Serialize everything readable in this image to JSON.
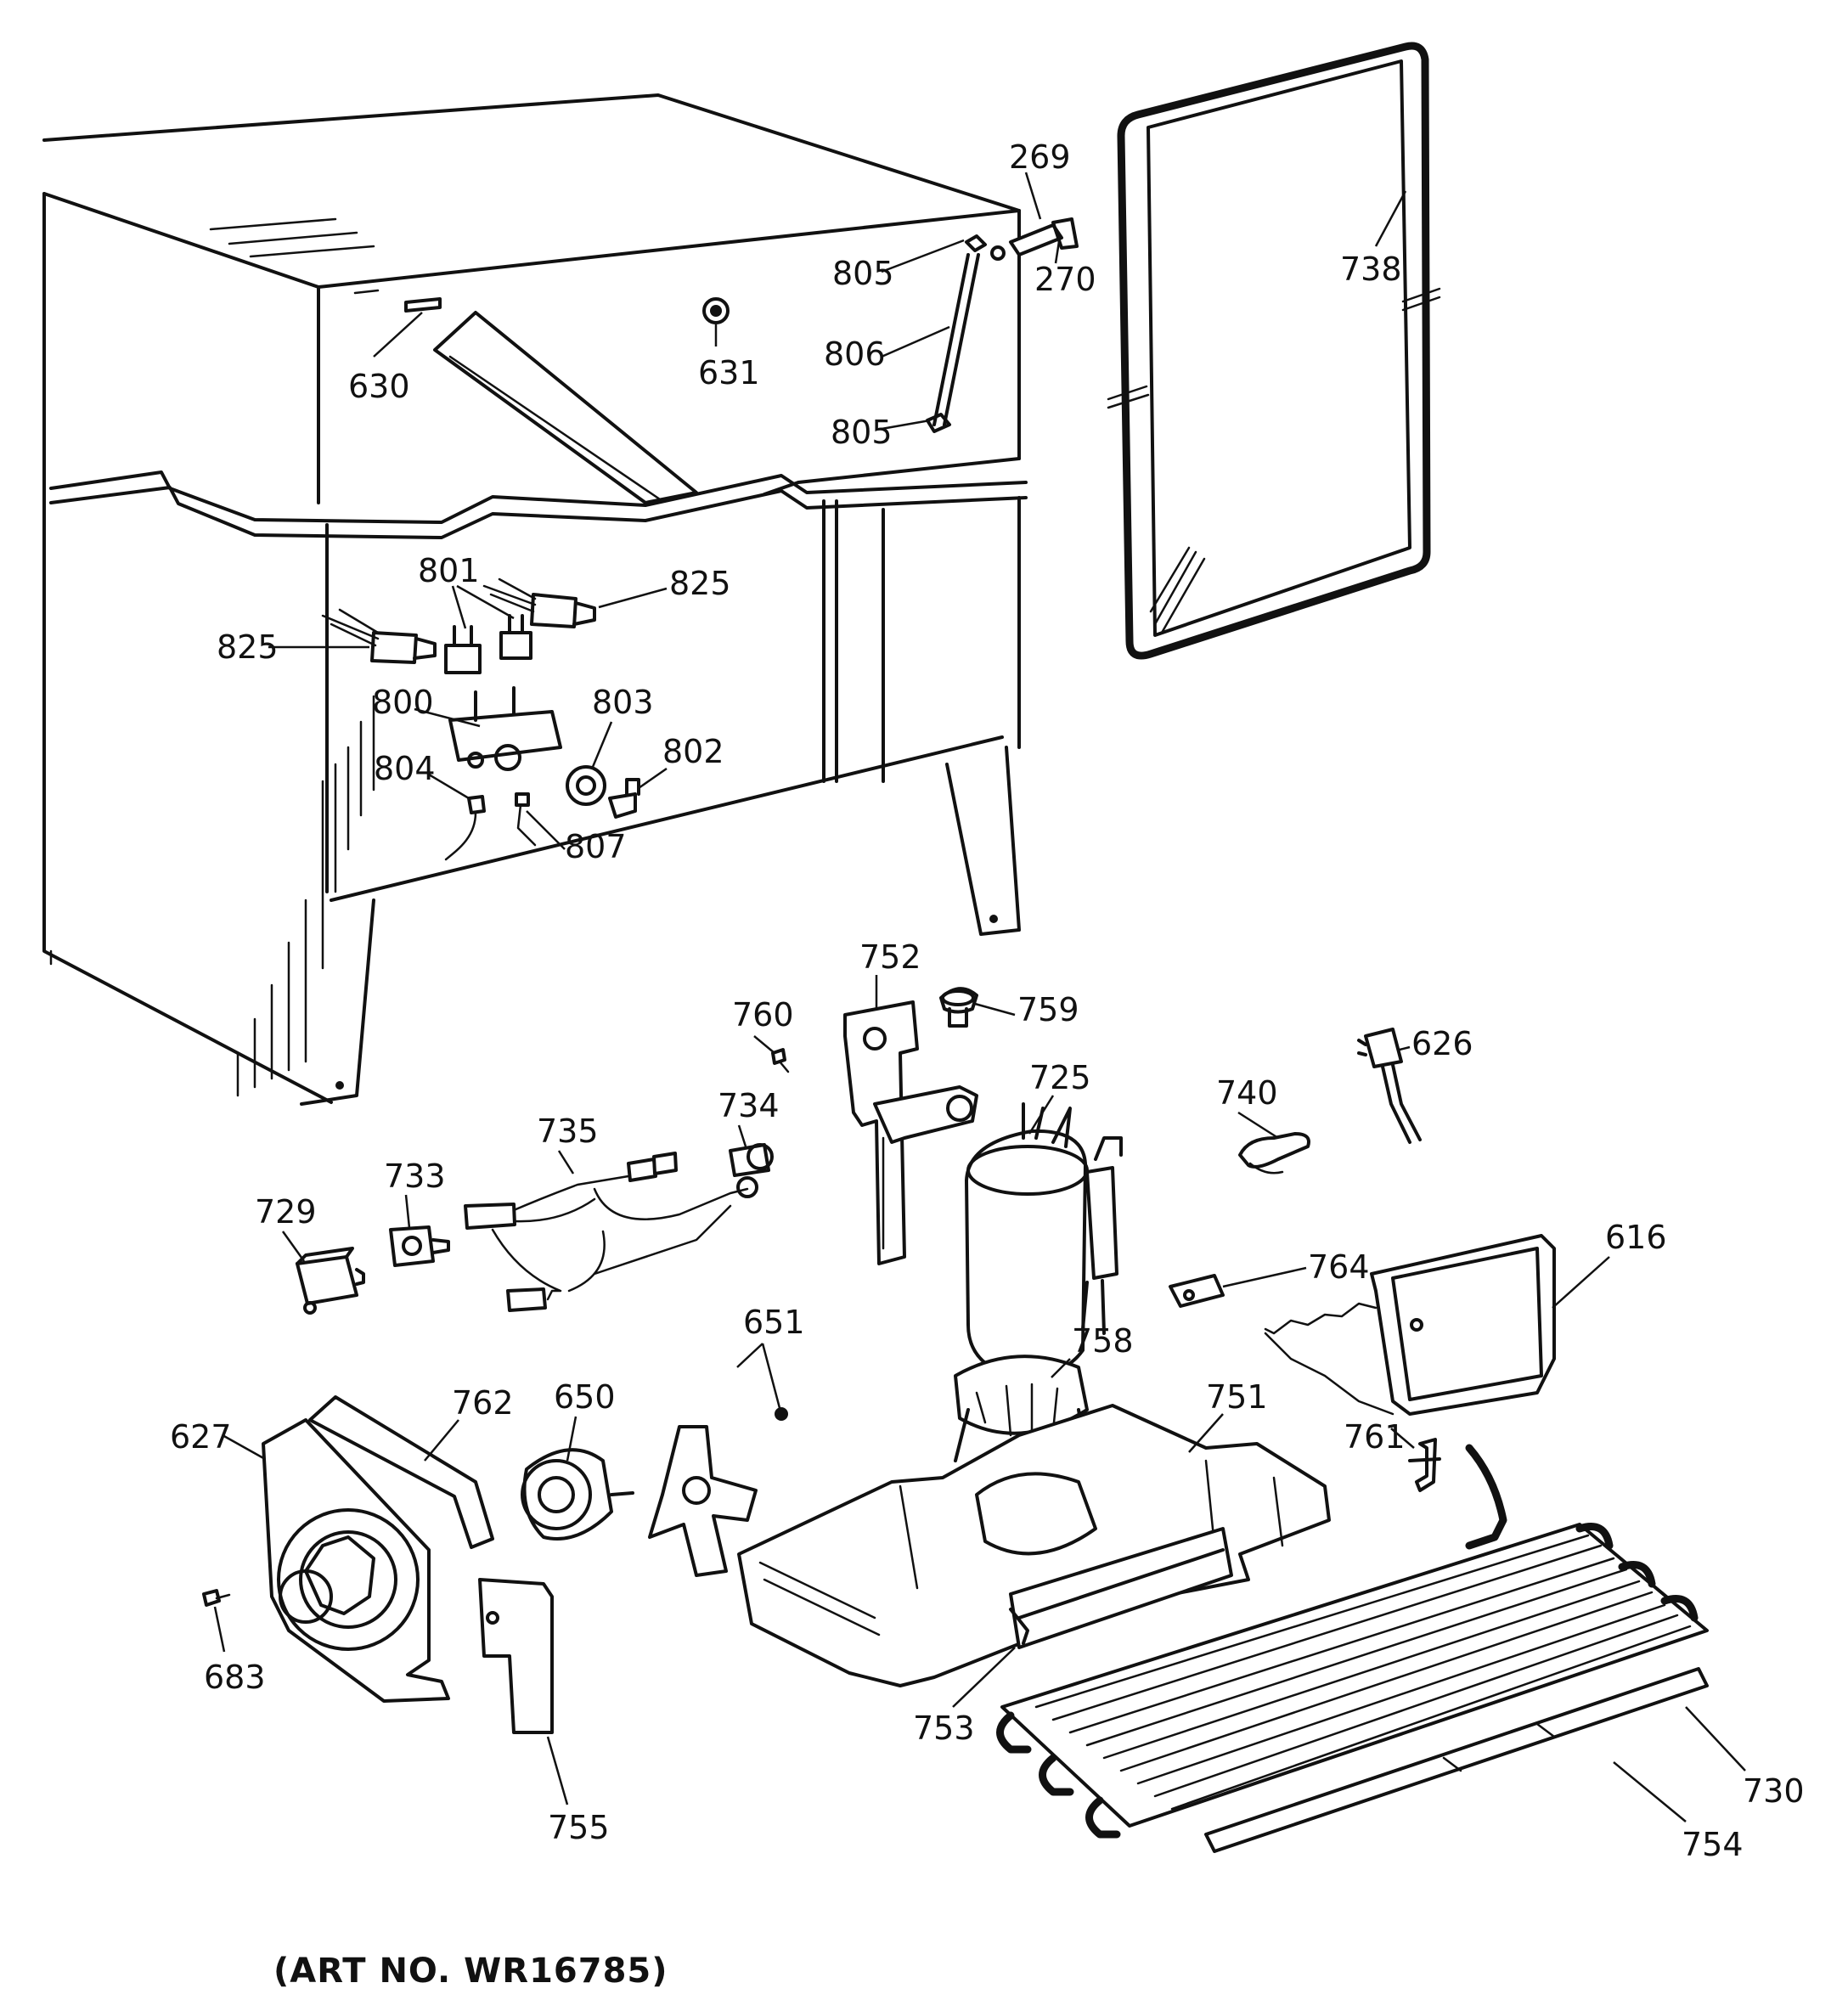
{
  "art_number": "(ART NO. WR16785)",
  "callouts": {
    "c269": "269",
    "c270": "270",
    "c738": "738",
    "c805a": "805",
    "c805b": "805",
    "c806": "806",
    "c630": "630",
    "c631": "631",
    "c801": "801",
    "c825a": "825",
    "c825b": "825",
    "c800": "800",
    "c803": "803",
    "c802": "802",
    "c804": "804",
    "c807": "807",
    "c752": "752",
    "c759": "759",
    "c760": "760",
    "c734": "734",
    "c725": "725",
    "c740": "740",
    "c626": "626",
    "c735": "735",
    "c733": "733",
    "c729": "729",
    "c764": "764",
    "c616": "616",
    "c651": "651",
    "c650": "650",
    "c758": "758",
    "c751": "751",
    "c762": "762",
    "c627": "627",
    "c761": "761",
    "c683": "683",
    "c753": "753",
    "c755": "755",
    "c730": "730",
    "c754": "754"
  }
}
